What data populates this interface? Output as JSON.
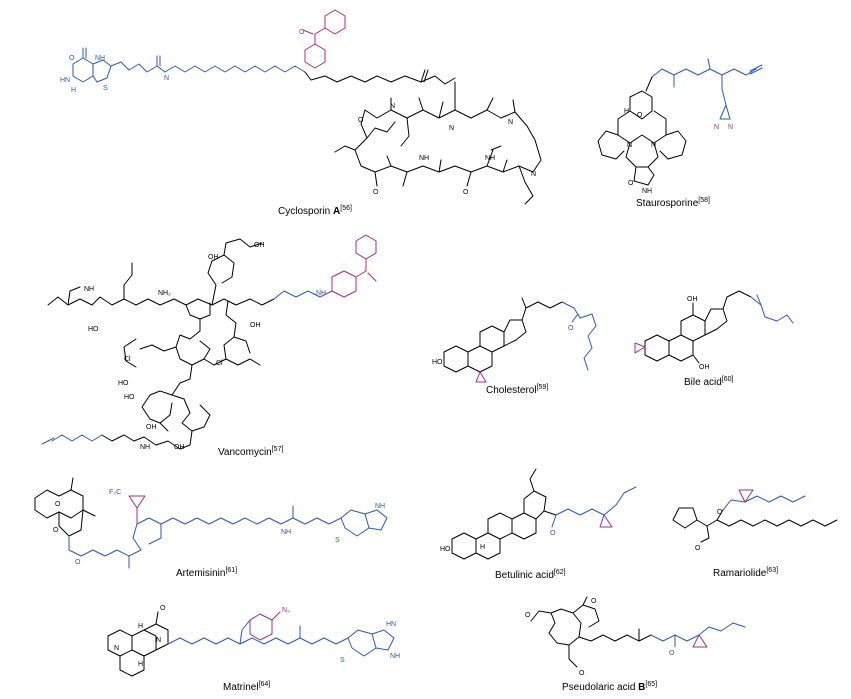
{
  "molecules": [
    {
      "name": "Cyclosporin",
      "bold": "A",
      "ref": "[56]"
    },
    {
      "name": "Staurosporine",
      "bold": "",
      "ref": "[58]"
    },
    {
      "name": "Vancomycin",
      "bold": "",
      "ref": "[57]"
    },
    {
      "name": "Cholesterol",
      "bold": "",
      "ref": "[59]"
    },
    {
      "name": "Bile acid",
      "bold": "",
      "ref": "[60]"
    },
    {
      "name": "Artemisinin",
      "bold": "",
      "ref": "[61]"
    },
    {
      "name": "Betulinic acid",
      "bold": "",
      "ref": "[62]"
    },
    {
      "name": "Ramariolide",
      "bold": "",
      "ref": "[63]"
    },
    {
      "name": "Matrinel",
      "bold": "",
      "ref": "[64]"
    },
    {
      "name": "Pseudolaric acid",
      "bold": "B",
      "ref": "[65]"
    }
  ],
  "atoms": {
    "HN": "HN",
    "NH": "NH",
    "N": "N",
    "H": "H",
    "S": "S",
    "O": "O",
    "HO": "HO",
    "OH": "OH",
    "Cl": "Cl",
    "NH2": "NH₂",
    "F3C": "F₃C",
    "N3": "N₃"
  },
  "colors": {
    "black": "#000000",
    "blue": "#2f58a6",
    "purple": "#9b2f8c"
  }
}
